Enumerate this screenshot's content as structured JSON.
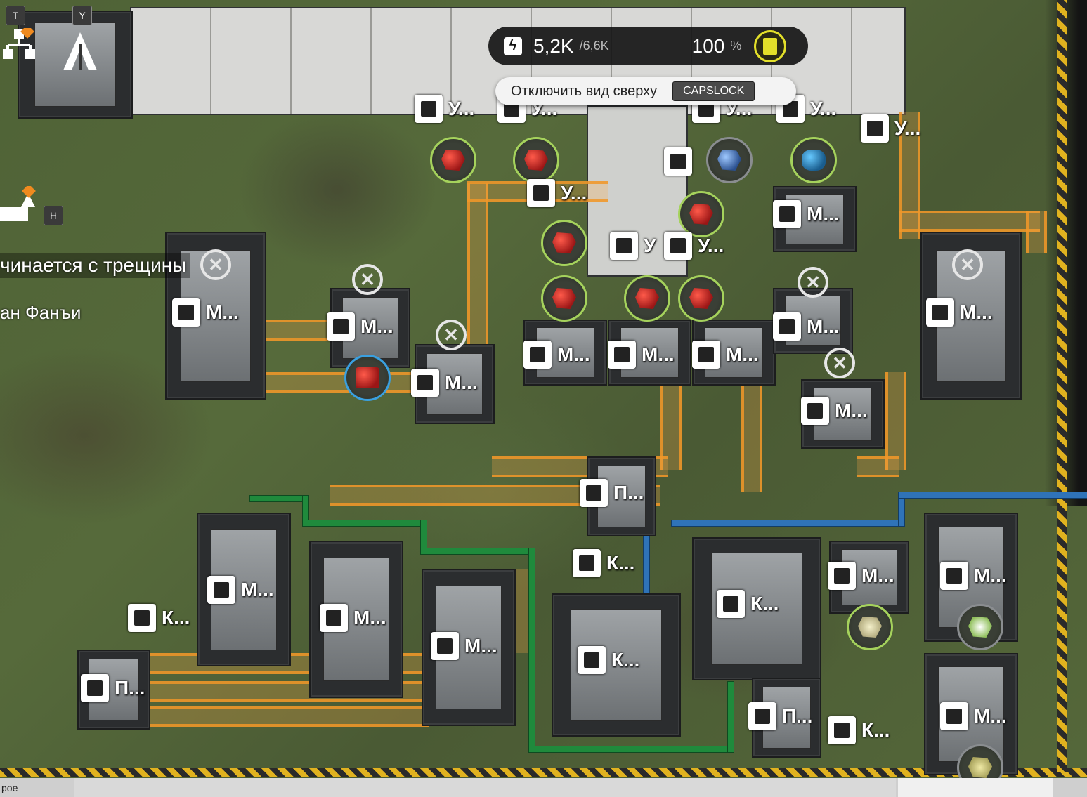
{
  "hud": {
    "power_current": "5,2K",
    "power_max": "/6,6K",
    "percent_value": "100",
    "percent_sign": "%",
    "tooltip_text": "Отключить вид сверху",
    "tooltip_key": "CAPSLOCK",
    "key_t": "T",
    "key_y": "Y",
    "key_h": "H"
  },
  "quest": {
    "line1": "чинается с трещины",
    "line2": "ан Фанъи"
  },
  "labels": {
    "u": "У...",
    "m": "М...",
    "p": "П...",
    "k": "К..."
  },
  "bottom": {
    "left_text": "рое"
  },
  "colors": {
    "accent_orange": "#f0962a",
    "ring_green": "#a5d25c",
    "hazard_yellow": "#e0b21f",
    "pipe_green": "#1f8a3c",
    "pipe_blue": "#2f73b8"
  },
  "icons": [
    "power-icon",
    "battery-icon",
    "hierarchy-icon",
    "tower-icon",
    "gem-ore-icon",
    "crystal-icon",
    "bottle-icon",
    "cross-ring-icon",
    "sleep-icon",
    "flower-icon"
  ]
}
